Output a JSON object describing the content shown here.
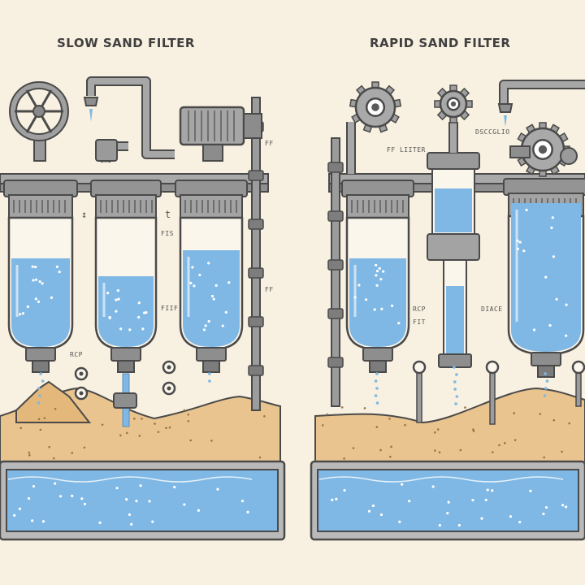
{
  "titles": {
    "slow": "SLOW SAND FILTER",
    "rapid": "RAPID SAND FILTER"
  },
  "labels": {
    "slow_arrow_1": "↕",
    "slow_arrow_2": "t",
    "slow_tag_right_top": "FF",
    "slow_tag_mid": "FIS",
    "slow_tag_pipe": "FF",
    "slow_tag_low": "FIIF",
    "slow_tag_bottom": "RCP",
    "rapid_tag_filter": "FF LIITER",
    "rapid_tag_top": "DSCCGLIO",
    "rapid_tag_low_1": "RCP",
    "rapid_tag_low_2": "FIT",
    "rapid_tag_right": "DIACE"
  },
  "colors": {
    "background": "#f8f0e0",
    "water": "#7fb8e4",
    "sand": "#e9c48e",
    "metal": "#8d8d8d",
    "outline": "#4a4a4a"
  }
}
